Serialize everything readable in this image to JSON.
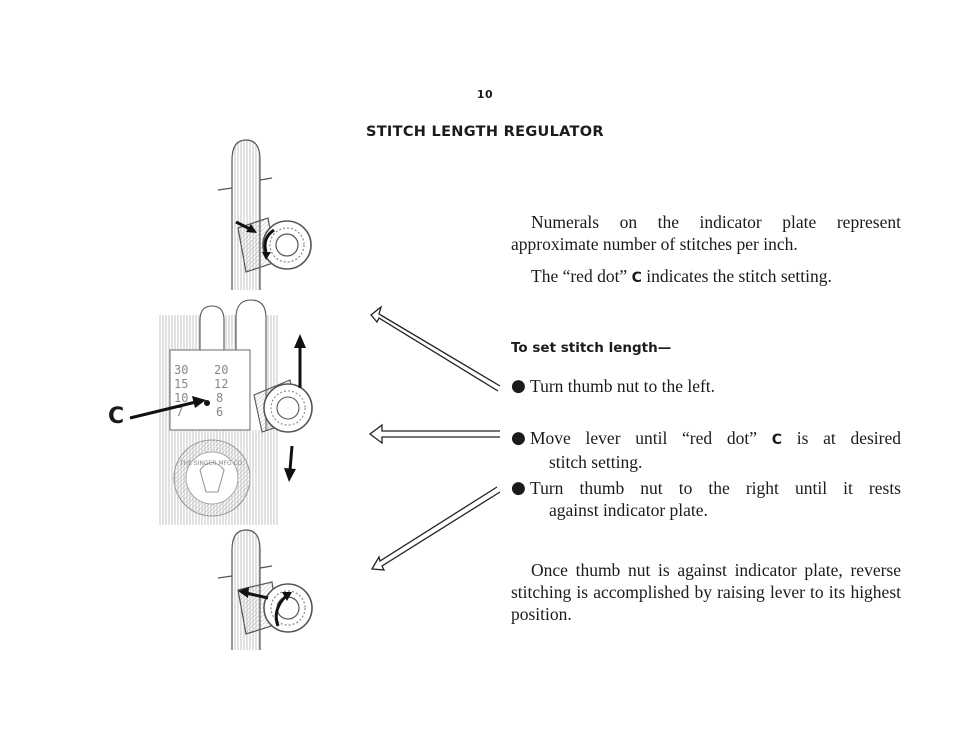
{
  "page_number": "10",
  "title": "STITCH LENGTH REGULATOR",
  "intro": {
    "text": "Numerals on the indicator plate represent approximate number of stitches per inch."
  },
  "red_dot": {
    "before": "The “red dot” ",
    "letter": "C",
    "after": " indicates the stitch setting."
  },
  "subheading": "To set stitch length—",
  "steps": [
    {
      "bullet": "●",
      "line1": "Turn thumb nut to the left.",
      "line2": ""
    },
    {
      "bullet": "●",
      "line1_before": "Move lever until “red dot” ",
      "letter": "C",
      "line1_after": " is at desired",
      "line2": "stitch setting."
    },
    {
      "bullet": "●",
      "line1": "Turn thumb nut to the right until it rests",
      "line2": "against indicator plate."
    }
  ],
  "closing": {
    "text": "Once thumb nut is against indicator plate, reverse stitching is accomplished by raising lever to its highest position."
  },
  "figure": {
    "callout_label": "C",
    "dial_left": [
      "30",
      "15",
      "10",
      "7"
    ],
    "dial_right": [
      "20",
      "12",
      "8",
      "6"
    ],
    "plate_text": "THE SINGER MFG CO."
  }
}
